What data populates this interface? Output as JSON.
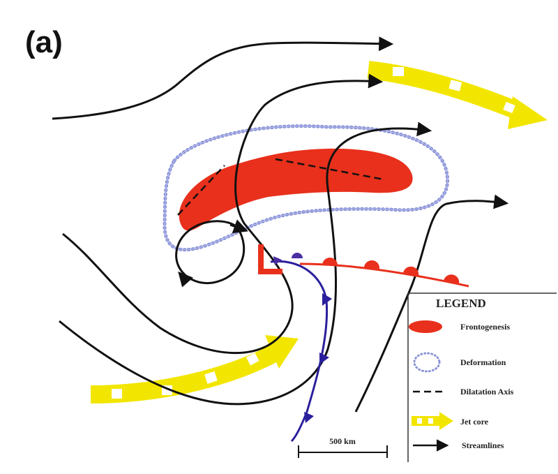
{
  "panel_label": "(a)",
  "legend": {
    "title": "LEGEND",
    "items": [
      {
        "key": "frontogenesis",
        "label": "Frontogenesis"
      },
      {
        "key": "deformation",
        "label": "Deformation"
      },
      {
        "key": "dilatation",
        "label": "Dilatation Axis"
      },
      {
        "key": "jet",
        "label": "Jet core"
      },
      {
        "key": "streamlines",
        "label": "Streamlines"
      }
    ]
  },
  "scale_bar": {
    "label": "500 km"
  },
  "colors": {
    "frontogenesis": "#e8301c",
    "deformation": "#8a93d6",
    "jet": "#f2e600",
    "streamline": "#111111",
    "warm_front": "#e8301c",
    "cold_front": "#2a1f9c",
    "low_symbol": "#e8301c"
  }
}
